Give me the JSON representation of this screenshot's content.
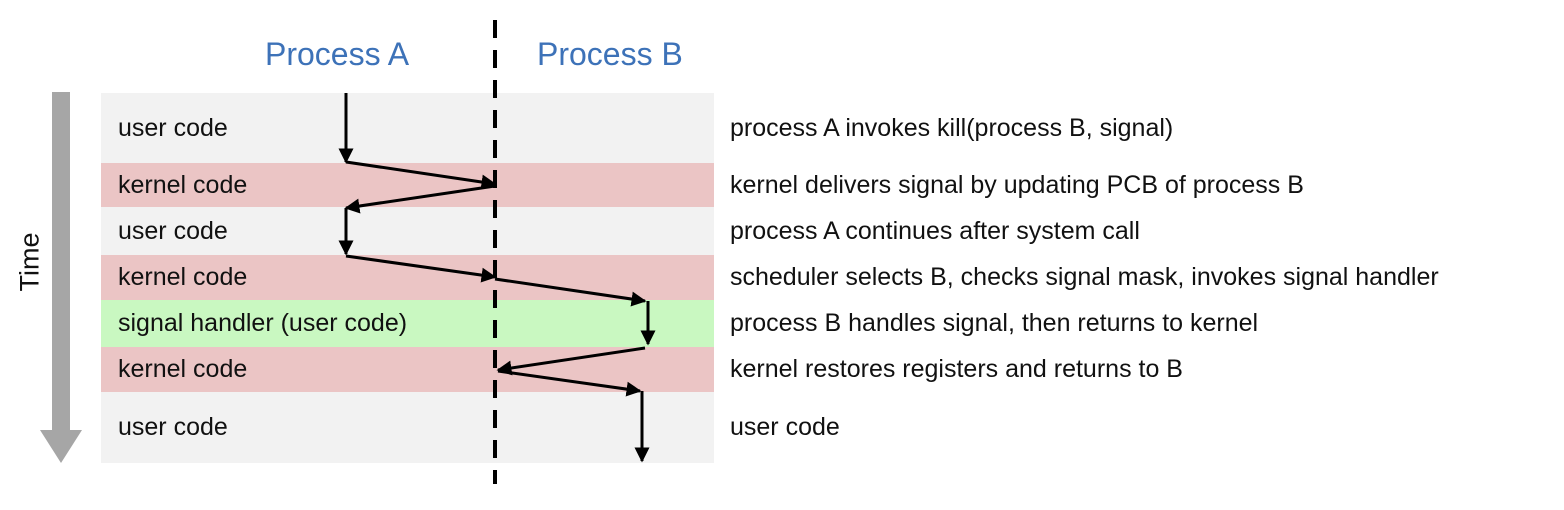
{
  "headers": {
    "process_a": "Process A",
    "process_b": "Process B"
  },
  "time_label": "Time",
  "colors": {
    "header_blue": "#3d72b8",
    "user_code_bg": "#f2f2f2",
    "kernel_code_bg": "#ebc5c5",
    "signal_handler_bg": "#c9f8c1",
    "time_arrow": "#a6a6a6",
    "arrow": "#000000"
  },
  "rows": [
    {
      "kind": "user",
      "label": "user code",
      "description": "process A invokes kill(process B, signal)"
    },
    {
      "kind": "kernel",
      "label": "kernel code",
      "description": "kernel delivers signal by updating PCB of process B"
    },
    {
      "kind": "user",
      "label": "user code",
      "description": "process A continues after system call"
    },
    {
      "kind": "kernel",
      "label": "kernel code",
      "description": "scheduler selects B, checks signal mask, invokes signal handler"
    },
    {
      "kind": "handler",
      "label": "signal handler (user code)",
      "description": "process B handles signal, then returns to kernel"
    },
    {
      "kind": "kernel",
      "label": "kernel code",
      "description": "kernel restores registers and returns to B"
    },
    {
      "kind": "user",
      "label": "user code",
      "description": "user code"
    }
  ]
}
